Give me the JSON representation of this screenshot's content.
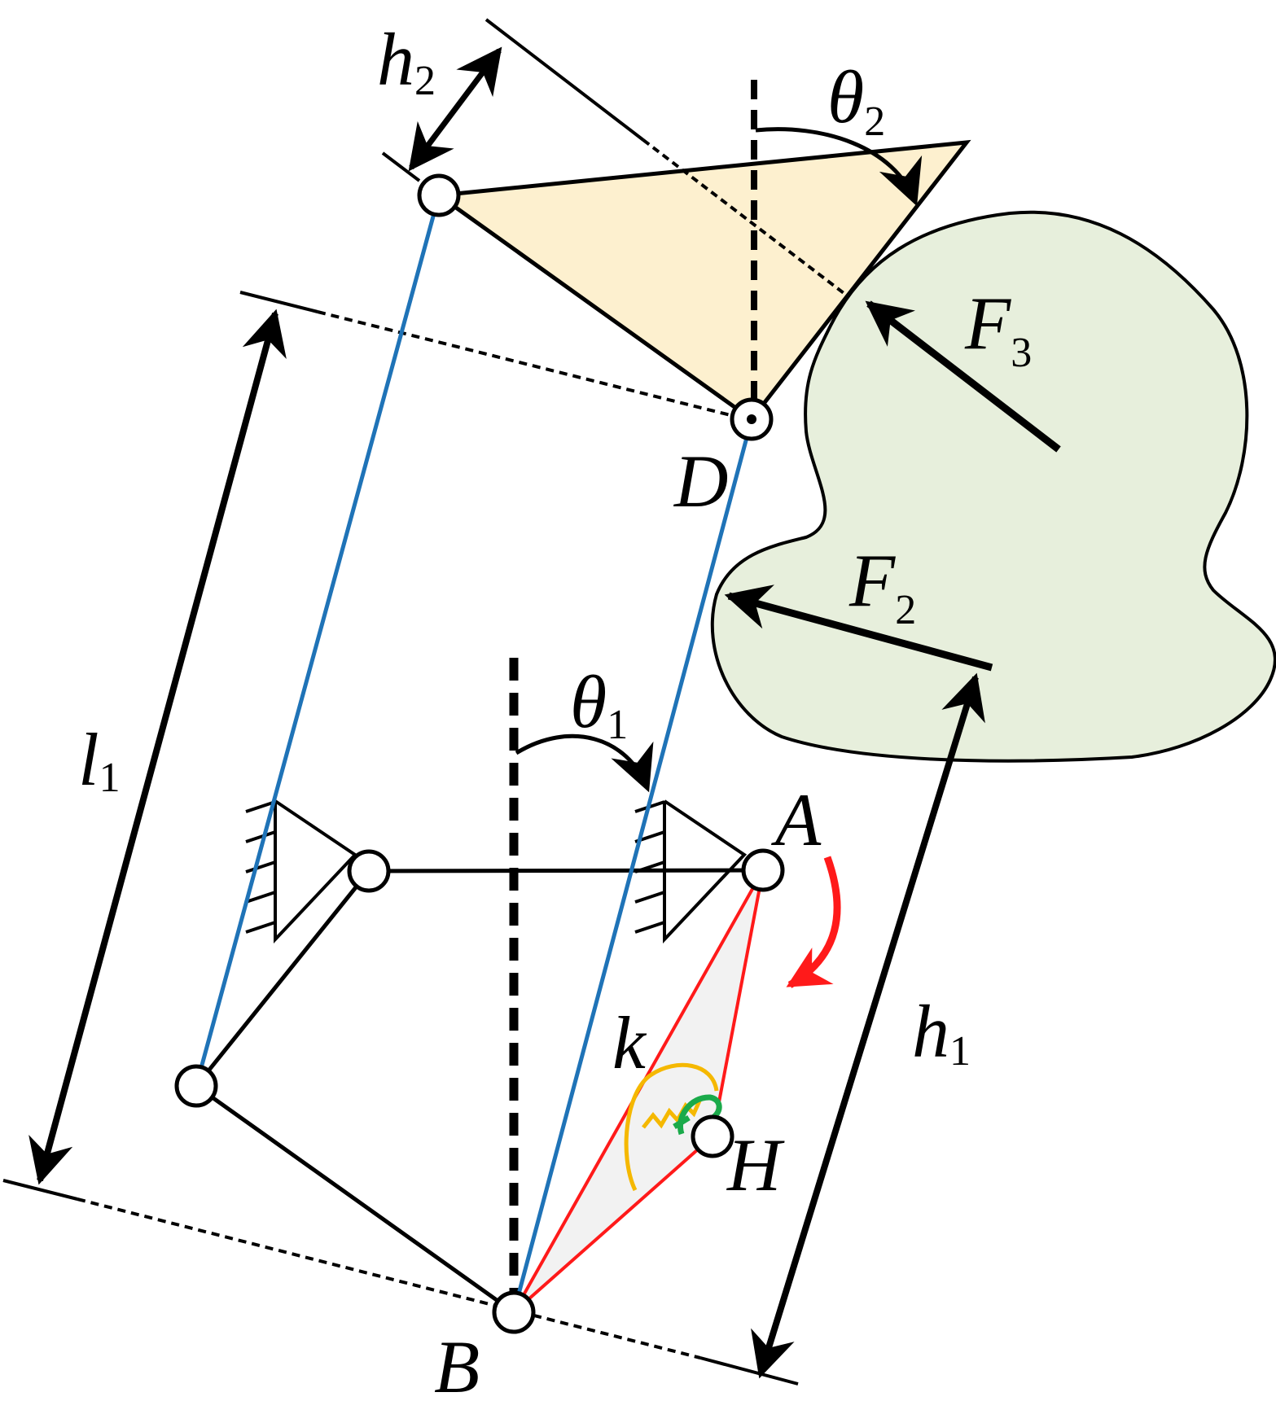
{
  "labels": {
    "point_a": "A",
    "point_b": "B",
    "point_d": "D",
    "point_h": "H",
    "spring_k": "k"
  },
  "dimensions": {
    "l1": {
      "main": "l",
      "sub": "1"
    },
    "h1": {
      "main": "h",
      "sub": "1"
    },
    "h2": {
      "main": "h",
      "sub": "2"
    }
  },
  "angles": {
    "theta1": {
      "main": "θ",
      "sub": "1"
    },
    "theta2": {
      "main": "θ",
      "sub": "2"
    }
  },
  "forces": {
    "f2": {
      "main": "F",
      "sub": "2"
    },
    "f3": {
      "main": "F",
      "sub": "3"
    }
  },
  "colors": {
    "link_blue": "#1f73b7",
    "spring_red": "#ff1a1a",
    "object_fill": "#e7efdc",
    "distal_fill": "#fdf0cf",
    "proximal_fill": "#f2f2f2",
    "torsion_spring": "#f5b800",
    "damper_green": "#1aaa4a"
  }
}
